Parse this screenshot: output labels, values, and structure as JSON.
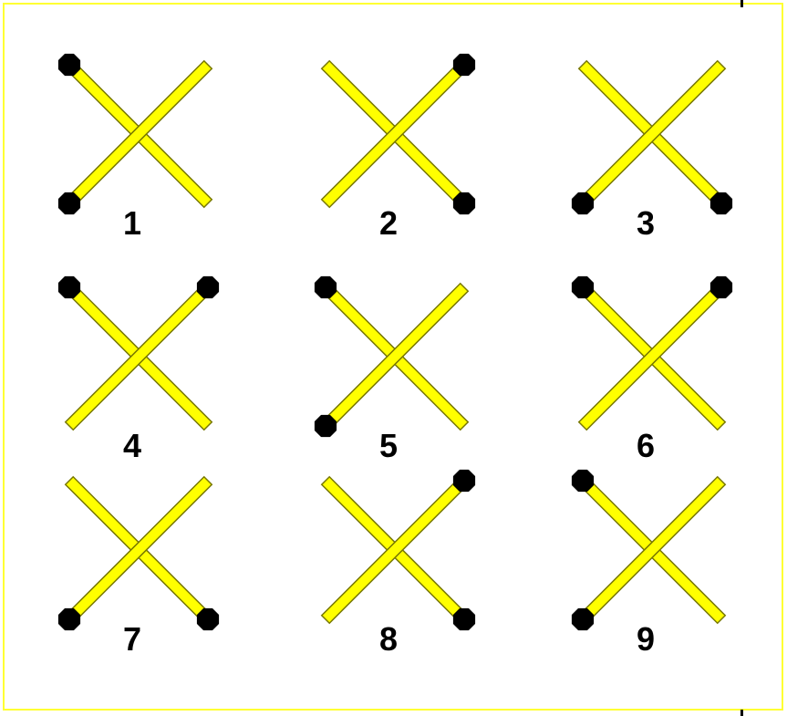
{
  "colors": {
    "frame": "#ffff33",
    "stick_fill": "#ffff00",
    "stick_outline": "#777700",
    "match_head": "#000000"
  },
  "figures": [
    {
      "label": "1",
      "heads": [
        "top-left",
        "bottom-left"
      ]
    },
    {
      "label": "2",
      "heads": [
        "top-right",
        "bottom-right"
      ]
    },
    {
      "label": "3",
      "heads": [
        "bottom-left",
        "bottom-right"
      ]
    },
    {
      "label": "4",
      "heads": [
        "top-left",
        "top-right"
      ]
    },
    {
      "label": "5",
      "heads": [
        "top-left",
        "bottom-left"
      ]
    },
    {
      "label": "6",
      "heads": [
        "top-left",
        "top-right"
      ]
    },
    {
      "label": "7",
      "heads": [
        "bottom-left",
        "bottom-right"
      ]
    },
    {
      "label": "8",
      "heads": [
        "top-right",
        "bottom-right"
      ]
    },
    {
      "label": "9",
      "heads": [
        "top-left",
        "bottom-left"
      ]
    }
  ]
}
